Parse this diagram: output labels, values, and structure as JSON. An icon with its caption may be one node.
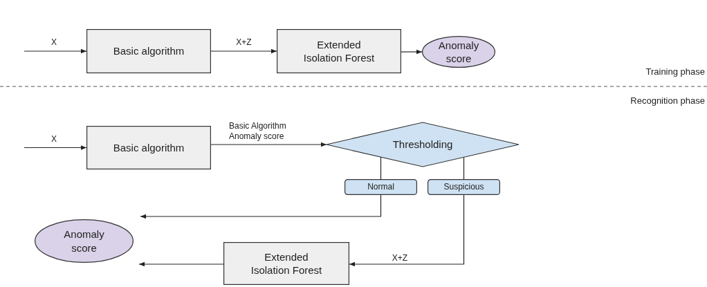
{
  "diagram": {
    "nodes": [
      {
        "text": [
          "Basic algorithm"
        ]
      },
      {
        "text": [
          "Extended Isolation Forest"
        ]
      },
      {
        "text": [
          "Anomaly score"
        ]
      },
      {
        "text": [
          "Basic algorithm"
        ]
      },
      {
        "text": [
          "Thresholding"
        ]
      },
      {
        "text": [
          "Normal"
        ]
      },
      {
        "text": [
          "Suspicious"
        ]
      },
      {
        "text": [
          "Anomaly score"
        ]
      },
      {
        "text": [
          "Extended Isolation Forest"
        ]
      }
    ],
    "edges": [
      {
        "from": null,
        "to": 0,
        "arrow": "to",
        "label": "X"
      },
      {
        "from": 0,
        "to": 1,
        "arrow": "to",
        "label": "X+Z"
      },
      {
        "from": 1,
        "to": 2,
        "arrow": "to"
      },
      {
        "from": null,
        "to": 3,
        "arrow": "to",
        "label": "X"
      },
      {
        "from": 3,
        "to": 4,
        "arrow": "to",
        "label": "Basic Algorithm Anomaly score"
      },
      {
        "from": 4,
        "to": 5,
        "arrow": "none"
      },
      {
        "from": 4,
        "to": 6,
        "arrow": "none"
      },
      {
        "from": 5,
        "to": 7,
        "arrow": "to"
      },
      {
        "from": 6,
        "to": 8,
        "arrow": "to",
        "label": "X+Z"
      },
      {
        "from": 8,
        "to": 7,
        "arrow": "to"
      }
    ],
    "labels": [
      "Training phase",
      "Recognition phase"
    ]
  }
}
